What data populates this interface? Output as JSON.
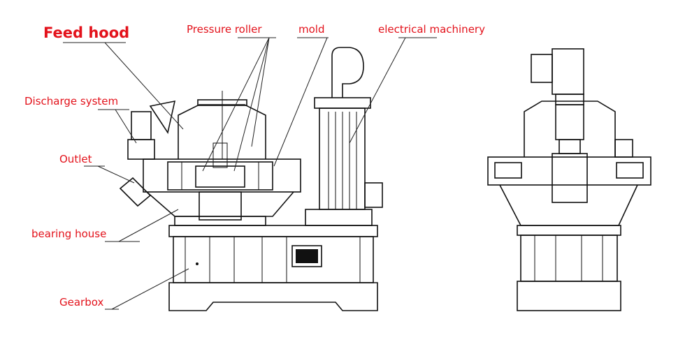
{
  "labels": {
    "feed_hood": "Feed hood",
    "pressure_roller": "Pressure roller",
    "mold": "mold",
    "electrical_machinery": "electrical machinery",
    "discharge_system": "Discharge system",
    "outlet": "Outlet",
    "bearing_house": "bearing house",
    "gearbox": "Gearbox"
  },
  "colors": {
    "label": "#e3121b",
    "line": "#111111"
  }
}
